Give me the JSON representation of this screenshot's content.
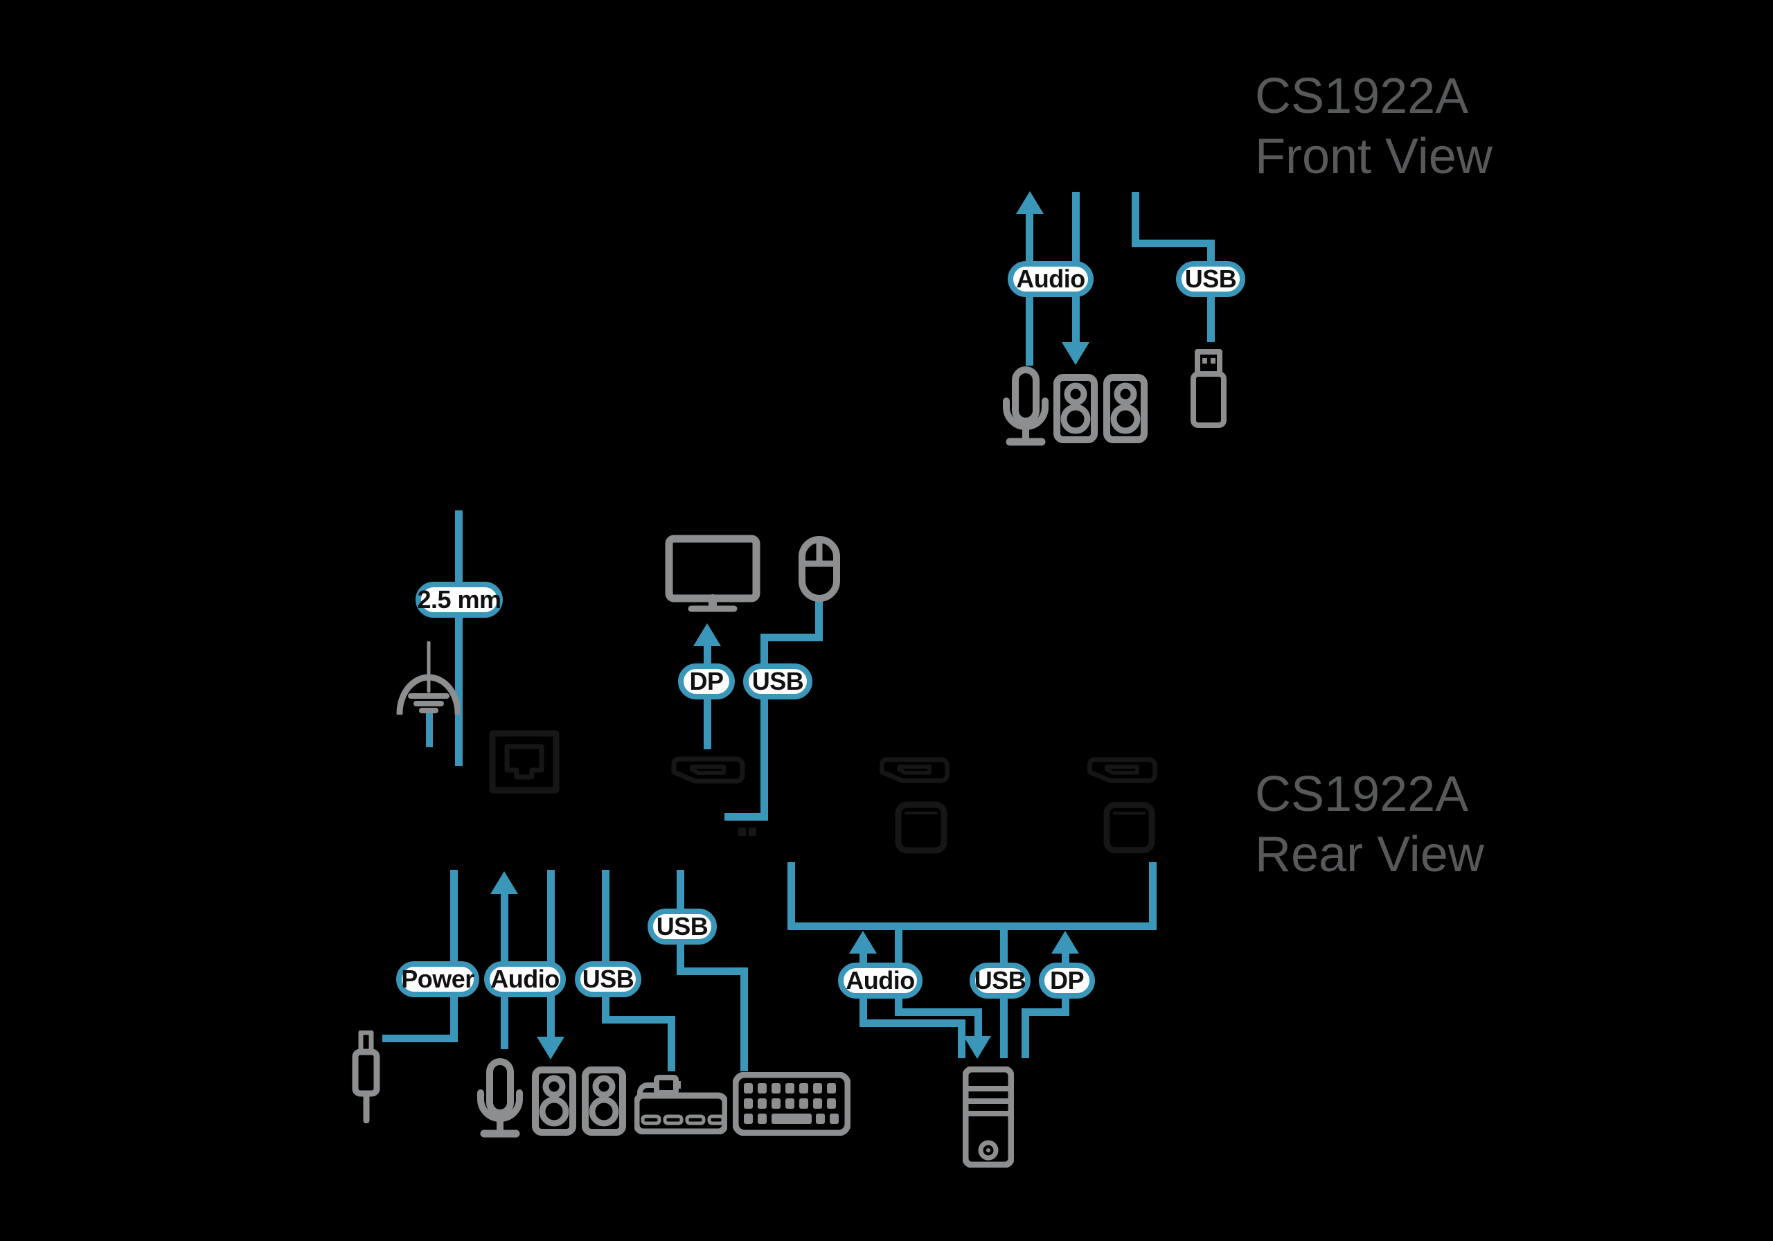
{
  "colors": {
    "background": "#000000",
    "cable_blue": "#3a97b9",
    "icon_gray": "#8d8e90",
    "title_gray": "#58595b",
    "pill_background": "#ffffff",
    "pill_text": "#111111",
    "port_dark": "#161616"
  },
  "front_view": {
    "title_line1": "CS1922A",
    "title_line2": "Front View",
    "audio_label": "Audio",
    "usb_label": "USB",
    "icons": [
      "microphone-icon",
      "speakers-icon",
      "usb-flash-drive-icon"
    ]
  },
  "console": {
    "jack_label": "2.5 mm",
    "dp_label": "DP",
    "usb_label": "USB",
    "icons": [
      "grounding-wire-icon",
      "monitor-icon",
      "mouse-icon"
    ]
  },
  "rear_view": {
    "title_line1": "CS1922A",
    "title_line2": "Rear View",
    "left": {
      "power_label": "Power",
      "audio_label": "Audio",
      "usb_label": "USB",
      "usb2_label": "USB",
      "icons": [
        "power-plug-icon",
        "microphone-icon",
        "speakers-icon",
        "usb-hub-icon",
        "keyboard-icon"
      ]
    },
    "right": {
      "audio_label": "Audio",
      "usb_label": "USB",
      "dp_label": "DP",
      "icons": [
        "computer-tower-icon"
      ]
    },
    "device_ports": [
      "rj45-port",
      "displayport-out-port",
      "displayport-pc1-port",
      "displayport-pc2-port",
      "usb-b-pc1-port",
      "usb-b-pc2-port",
      "usb-b-console-port"
    ]
  }
}
